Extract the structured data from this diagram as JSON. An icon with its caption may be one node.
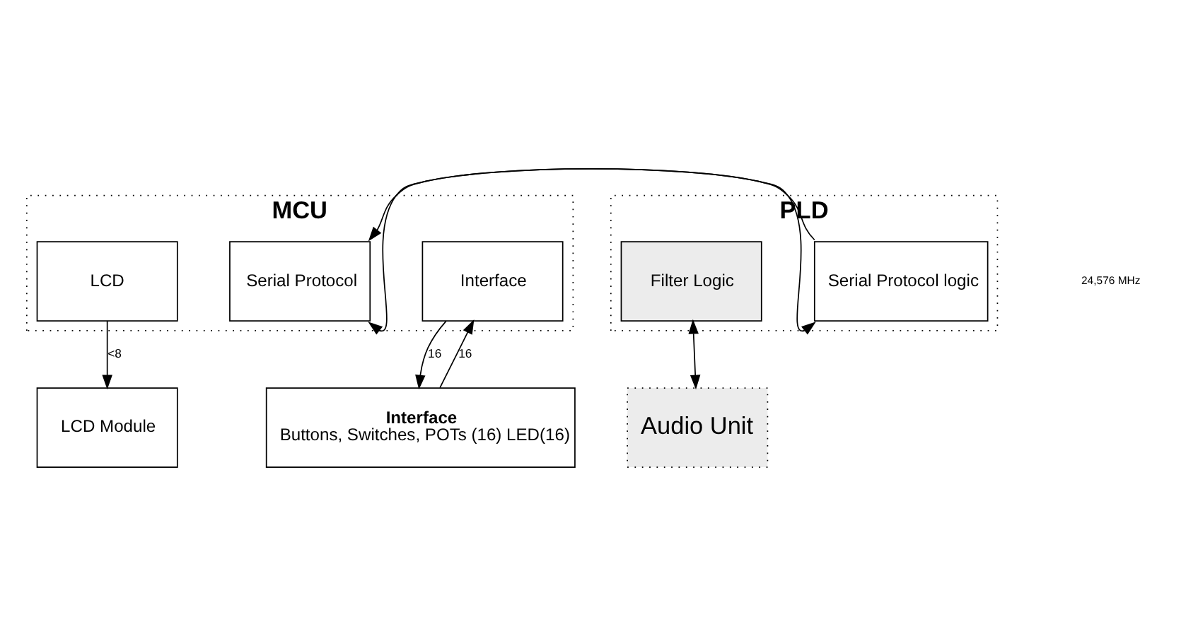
{
  "diagram": {
    "nodes": [
      {
        "text": [
          "MCU"
        ]
      },
      {
        "text": [
          "Serial Protocol"
        ],
        "in": 0
      },
      {
        "text": [
          "LCD"
        ],
        "in": 0
      },
      {
        "text": [
          "Interface"
        ],
        "in": 0
      },
      {
        "text": [
          "PLD"
        ]
      },
      {
        "text": [
          "Serial Protocol logic"
        ],
        "in": 4
      },
      {
        "text": [
          "Filter Logic"
        ],
        "in": 4
      },
      {
        "text": [
          "Audio Unit"
        ]
      },
      {
        "text": [
          "LCD Module"
        ]
      },
      {
        "text": [
          "Interface",
          "Buttons, Switches, POTs (16) LED(16)"
        ]
      }
    ],
    "edges": [
      {
        "from": 5,
        "to": 1,
        "arrow": "to"
      },
      {
        "from": 1,
        "to": 5,
        "arrow": "both"
      },
      {
        "from": 6,
        "to": 7,
        "arrow": "both"
      },
      {
        "from": 2,
        "to": 8,
        "arrow": "to",
        "label": "<8"
      },
      {
        "from": 9,
        "to": 3,
        "arrow": "to",
        "label": "16"
      },
      {
        "from": 3,
        "to": 9,
        "arrow": "to",
        "label": "16"
      }
    ],
    "labels": [
      "24,576 MHz"
    ]
  }
}
